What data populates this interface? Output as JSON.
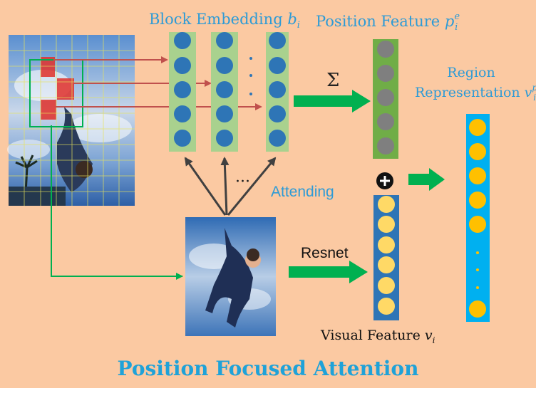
{
  "labels": {
    "block_embedding": "Block Embedding",
    "block_embedding_var": "b",
    "block_embedding_sub": "i",
    "position_feature": "Position Feature",
    "position_feature_var": "p",
    "position_feature_sub": "i",
    "position_feature_sup": "e",
    "sum_symbol": "Σ",
    "plus_symbol": "⊕",
    "region": "Region",
    "region_representation": "Representation",
    "region_var": "v",
    "region_sub": "i",
    "region_sup": "p",
    "attending": "Attending",
    "dots": "···",
    "resnet": "Resnet",
    "visual_feature": "Visual Feature",
    "visual_feature_var": "v",
    "visual_feature_sub": "i",
    "title": "Position Focused Attention"
  },
  "colors": {
    "background": "#fbc9a2",
    "block_column": "#a9d18e",
    "block_node": "#2e75b6",
    "position_column": "#70ad47",
    "position_node": "#7f7f7f",
    "visual_column": "#2e75b6",
    "visual_node": "#ffd966",
    "region_column": "#00b0f0",
    "region_node": "#ffc000",
    "green_arrow": "#00b050",
    "red_arrow": "#c0504d",
    "dark_arrow": "#404040",
    "blue_text": "#2e9bd6",
    "title_blue": "#1fa2d8"
  },
  "icons": {
    "source_image": "sky-photo-with-grid",
    "crop_image": "boy-jumping-photo",
    "plus": "circled-plus-icon"
  }
}
